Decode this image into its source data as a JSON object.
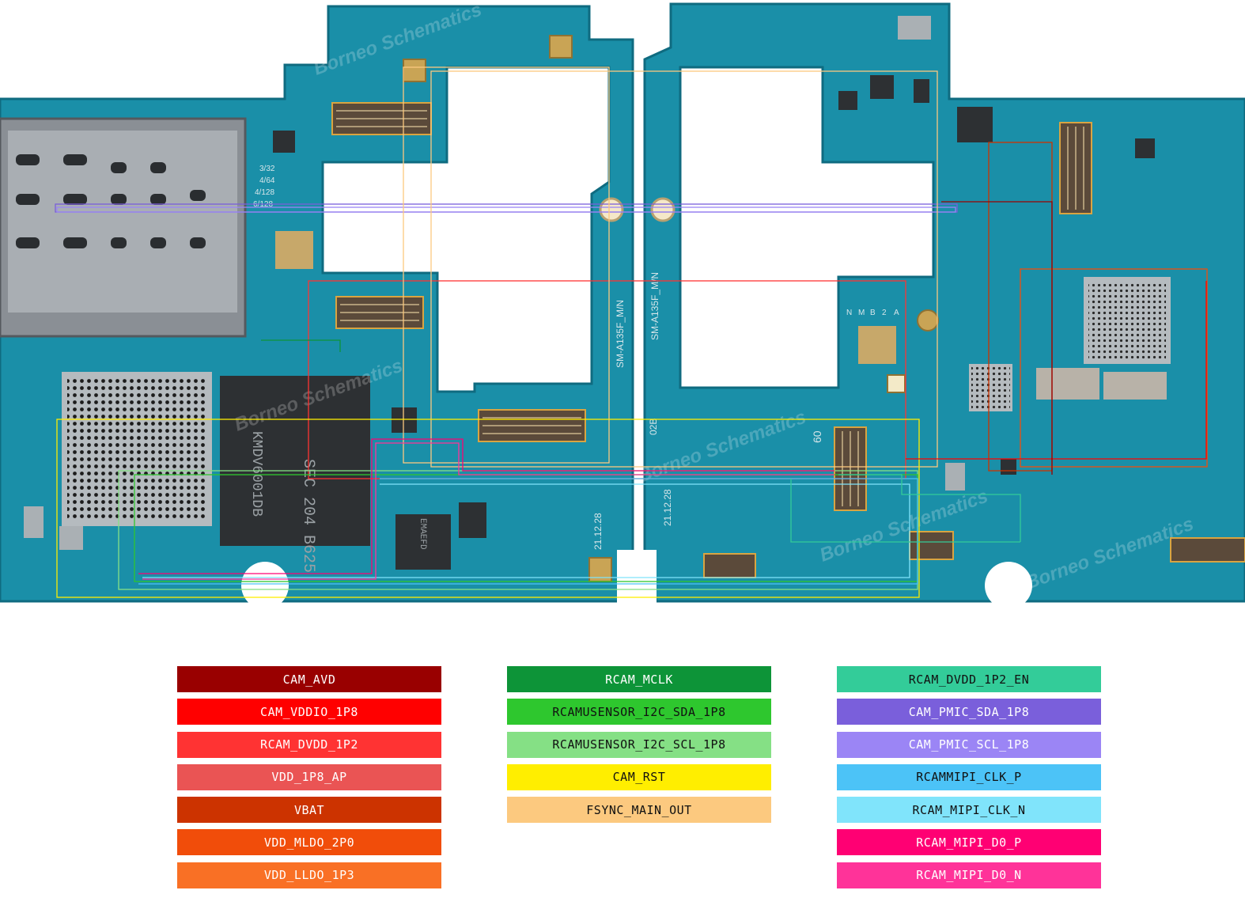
{
  "board": {
    "silkscreen_left": "SM-A135F_M/N",
    "silkscreen_right": "SM-A135F_M/N",
    "date_left": "21.12.28",
    "date_right": "21.12.28",
    "chip_text": "SEC 204  B625",
    "chip_text2": "KMDV6001DB",
    "chip_text3": "EMAEFD",
    "chip_text4": "02B",
    "chip_text5": "60",
    "sim_labels": [
      "3/32",
      "4/64",
      "4/128",
      "6/128"
    ],
    "watermark": "Borneo Schematics",
    "pin_letters": [
      "N",
      "M",
      "B",
      "2",
      "A"
    ],
    "board_color": "#1a8fa8",
    "board_edge_color": "#0f6b80"
  },
  "legend": {
    "col1": [
      {
        "label": "CAM_AVD",
        "color": "#990000"
      },
      {
        "label": "CAM_VDDIO_1P8",
        "color": "#ff0000"
      },
      {
        "label": "RCAM_DVDD_1P2",
        "color": "#ff3333"
      },
      {
        "label": "VDD_1P8_AP",
        "color": "#ea5454"
      },
      {
        "label": "VBAT",
        "color": "#cc3300"
      },
      {
        "label": "VDD_MLDO_2P0",
        "color": "#f14d0a"
      },
      {
        "label": "VDD_LLDO_1P3",
        "color": "#f97025"
      }
    ],
    "col2": [
      {
        "label": "RCAM_MCLK",
        "color": "#0d9438"
      },
      {
        "label": "RCAMUSENSOR_I2C_SDA_1P8",
        "color": "#2ec72e"
      },
      {
        "label": "RCAMUSENSOR_I2C_SCL_1P8",
        "color": "#85e085"
      },
      {
        "label": "CAM_RST",
        "color": "#ffee00"
      },
      {
        "label": "FSYNC_MAIN_OUT",
        "color": "#fcc97f"
      }
    ],
    "col3": [
      {
        "label": "RCAM_DVDD_1P2_EN",
        "color": "#33cc99"
      },
      {
        "label": "CAM_PMIC_SDA_1P8",
        "color": "#7a5fdb"
      },
      {
        "label": "CAM_PMIC_SCL_1P8",
        "color": "#9b85f5"
      },
      {
        "label": "RCAMMIPI_CLK_P",
        "color": "#4cc3f7"
      },
      {
        "label": "RCAM_MIPI_CLK_N",
        "color": "#80e4fb"
      },
      {
        "label": "RCAM_MIPI_D0_P",
        "color": "#ff0073"
      },
      {
        "label": "RCAM_MIPI_D0_N",
        "color": "#ff3399"
      }
    ]
  }
}
